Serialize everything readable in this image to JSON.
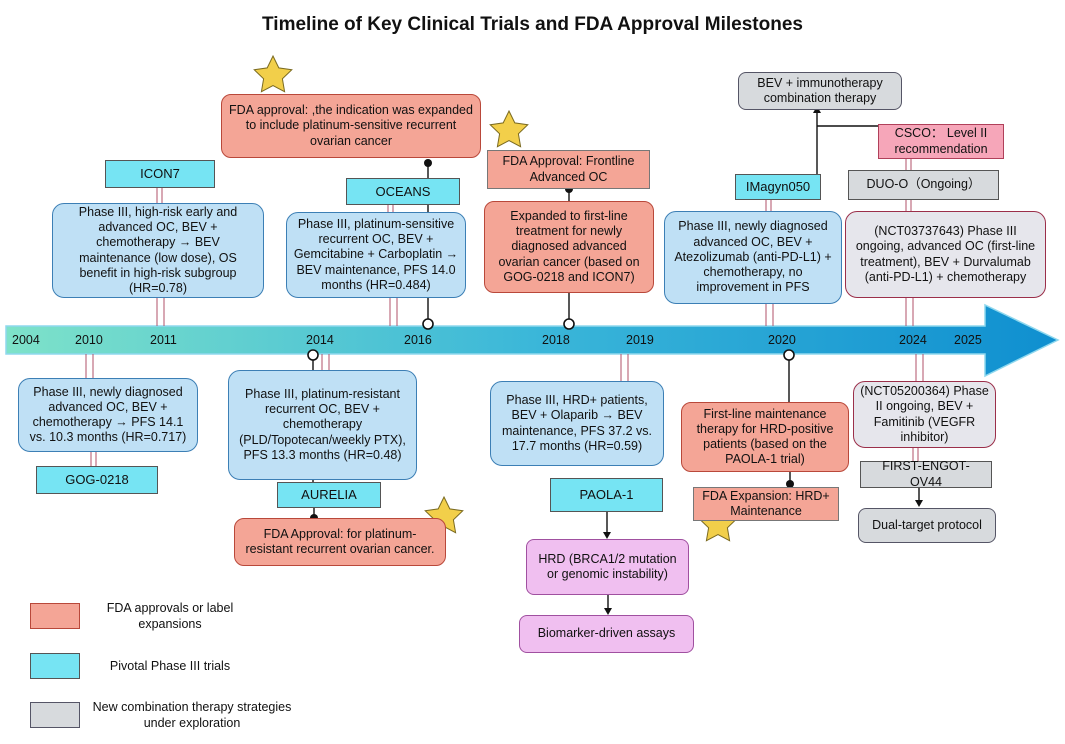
{
  "title": "Timeline of Key Clinical Trials and FDA Approval Milestones",
  "years": [
    "2004",
    "2010",
    "2011",
    "2014",
    "2016",
    "2018",
    "2019",
    "2020",
    "2024",
    "2025"
  ],
  "trials": {
    "icon7": "ICON7",
    "gog0218": "GOG-0218",
    "oceans": "OCEANS",
    "aurelia": "AURELIA",
    "paola1": "PAOLA-1",
    "imagyn050": "IMagyn050",
    "duoo": "DUO-O（Ongoing）",
    "first_engot": "FIRST-ENGOT-OV44"
  },
  "descriptions": {
    "icon7": "Phase III, high-risk early and advanced OC, BEV + chemotherapy → BEV maintenance (low dose), OS benefit in high-risk subgroup (HR=0.78)",
    "gog0218": "Phase III, newly diagnosed advanced OC, BEV + chemotherapy → PFS 14.1 vs. 10.3 months (HR=0.717)",
    "oceans": "Phase III, platinum-sensitive recurrent OC, BEV + Gemcitabine + Carboplatin → BEV maintenance, PFS 14.0 months (HR=0.484)",
    "aurelia": "Phase III, platinum-resistant recurrent OC, BEV + chemotherapy (PLD/Topotecan/weekly PTX), PFS 13.3 months (HR=0.48)",
    "paola1": "Phase III, HRD+ patients, BEV + Olaparib → BEV maintenance, PFS 37.2 vs. 17.7 months (HR=0.59)",
    "imagyn050": "Phase III, newly diagnosed advanced OC, BEV + Atezolizumab (anti-PD-L1) + chemotherapy, no improvement in PFS",
    "duoo": "(NCT03737643) Phase III ongoing, advanced OC (first-line treatment), BEV + Durvalumab (anti-PD-L1) + chemotherapy",
    "first_engot": "(NCT05200364) Phase II ongoing, BEV + Famitinib (VEGFR inhibitor)"
  },
  "fda": {
    "oceans_approval": "FDA approval: ,the indication was expanded to include platinum-sensitive recurrent ovarian cancer",
    "frontline": "FDA Approval: Frontline Advanced OC",
    "frontline_detail": "Expanded to first-line treatment for newly diagnosed advanced ovarian cancer (based on GOG-0218 and ICON7)",
    "aurelia_approval": "FDA Approval: for platinum-resistant recurrent ovarian cancer.",
    "hrd_detail": "First-line maintenance therapy for HRD-positive patients (based on the PAOLA-1 trial)",
    "hrd_expansion": "FDA Expansion: HRD+ Maintenance"
  },
  "other": {
    "bev_immuno": "BEV + immunotherapy combination therapy",
    "csco": "CSCO：  Level II recommendation",
    "dual_target": "Dual-target protocol",
    "hrd_biomarker": "HRD (BRCA1/2 mutation or genomic instability)",
    "assays": "Biomarker-driven assays"
  },
  "legend": [
    {
      "label": "FDA approvals or label expansions",
      "color": "#f4a596"
    },
    {
      "label": "Pivotal Phase III trials",
      "color": "#76e4f3"
    },
    {
      "label": "New combination therapy strategies under exploration",
      "color": "#d7dadd"
    }
  ],
  "colors": {
    "arrow_start": "#63d6c4",
    "arrow_end": "#1a9fd8",
    "star": "#f2cf4a",
    "connector": "#b0506a"
  }
}
